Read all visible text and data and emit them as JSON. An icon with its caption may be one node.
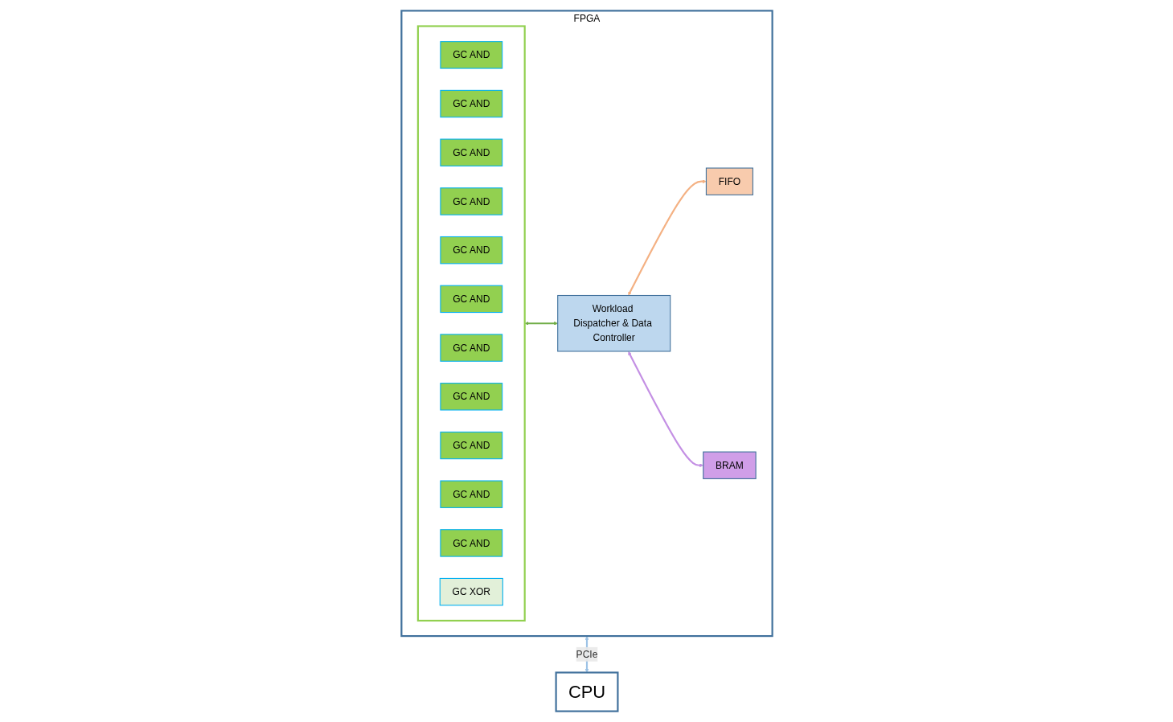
{
  "diagram": {
    "nodes": [
      {
        "text": [
          "FPGA"
        ]
      },
      {
        "text": [],
        "shape": "box",
        "in": 0
      },
      {
        "text": [
          "GC AND"
        ],
        "in": 1
      },
      {
        "text": [
          "GC AND"
        ],
        "in": 1
      },
      {
        "text": [
          "GC AND"
        ],
        "in": 1
      },
      {
        "text": [
          "GC AND"
        ],
        "in": 1
      },
      {
        "text": [
          "GC AND"
        ],
        "in": 1
      },
      {
        "text": [
          "GC AND"
        ],
        "in": 1
      },
      {
        "text": [
          "GC AND"
        ],
        "in": 1
      },
      {
        "text": [
          "GC AND"
        ],
        "in": 1
      },
      {
        "text": [
          "GC AND"
        ],
        "in": 1
      },
      {
        "text": [
          "GC AND"
        ],
        "in": 1
      },
      {
        "text": [
          "GC AND"
        ],
        "in": 1
      },
      {
        "text": [
          "GC XOR"
        ],
        "in": 1
      },
      {
        "text": [
          "Workload Dispatcher & Data Controller"
        ],
        "in": 0
      },
      {
        "text": [
          "FIFO"
        ],
        "in": 0
      },
      {
        "text": [
          "BRAM"
        ],
        "in": 0
      },
      {
        "text": [
          "CPU"
        ]
      }
    ],
    "edges": [
      {
        "from": 1,
        "to": 14,
        "arrow": "both",
        "color": "#70ad47"
      },
      {
        "from": 14,
        "to": 15,
        "arrow": "both",
        "color": "#f4b183"
      },
      {
        "from": 14,
        "to": 16,
        "arrow": "both",
        "color": "#c490e4"
      },
      {
        "from": 0,
        "to": 17,
        "arrow": "both",
        "label": "PCIe",
        "color": "#9dc3e6"
      }
    ]
  }
}
